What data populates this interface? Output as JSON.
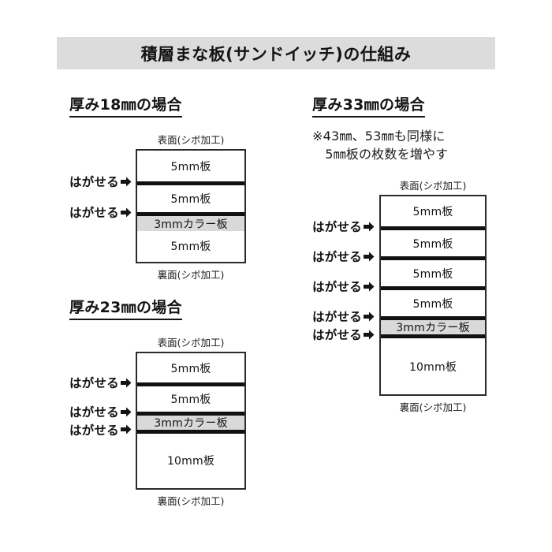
{
  "title": "積層まな板(サンドイッチ)の仕組み",
  "labels": {
    "surface_top": "表面(シボ加工)",
    "surface_bottom": "裏面(シボ加工)",
    "peel": "はがせる",
    "peel_arrow_icon": "right-arrow-icon"
  },
  "colors": {
    "banner_bg": "#dcdcdc",
    "color_board_bg": "#d9d9d9",
    "line": "#2b2b2b",
    "separator": "#111111",
    "text": "#141414",
    "page_bg": "#ffffff"
  },
  "sections": [
    {
      "id": "thickness-18",
      "heading": "厚み18㎜の場合",
      "note": "",
      "top_face": "表面(シボ加工)",
      "bottom_face": "裏面(シボ加工)",
      "layers": [
        {
          "label": "5mm板",
          "thickness_mm": 5,
          "color_board": false,
          "peelable_above": false
        },
        {
          "label": "5mm板",
          "thickness_mm": 5,
          "color_board": false,
          "peelable_above": true
        },
        {
          "label": "3mmカラー板",
          "thickness_mm": 3,
          "color_board": true,
          "peelable_above": true
        },
        {
          "label": "5mm板",
          "thickness_mm": 5,
          "color_board": false,
          "peelable_above": false
        }
      ]
    },
    {
      "id": "thickness-23",
      "heading": "厚み23㎜の場合",
      "note": "",
      "top_face": "表面(シボ加工)",
      "bottom_face": "裏面(シボ加工)",
      "layers": [
        {
          "label": "5mm板",
          "thickness_mm": 5,
          "color_board": false,
          "peelable_above": false
        },
        {
          "label": "5mm板",
          "thickness_mm": 5,
          "color_board": false,
          "peelable_above": true
        },
        {
          "label": "3mmカラー板",
          "thickness_mm": 3,
          "color_board": true,
          "peelable_above": true
        },
        {
          "label": "10mm板",
          "thickness_mm": 10,
          "color_board": false,
          "peelable_above": true
        }
      ]
    },
    {
      "id": "thickness-33",
      "heading": "厚み33㎜の場合",
      "note": "※43㎜、53㎜も同様に\n　5㎜板の枚数を増やす",
      "top_face": "表面(シボ加工)",
      "bottom_face": "裏面(シボ加工)",
      "layers": [
        {
          "label": "5mm板",
          "thickness_mm": 5,
          "color_board": false,
          "peelable_above": false
        },
        {
          "label": "5mm板",
          "thickness_mm": 5,
          "color_board": false,
          "peelable_above": true
        },
        {
          "label": "5mm板",
          "thickness_mm": 5,
          "color_board": false,
          "peelable_above": true
        },
        {
          "label": "5mm板",
          "thickness_mm": 5,
          "color_board": false,
          "peelable_above": true
        },
        {
          "label": "3mmカラー板",
          "thickness_mm": 3,
          "color_board": true,
          "peelable_above": true
        },
        {
          "label": "10mm板",
          "thickness_mm": 10,
          "color_board": false,
          "peelable_above": true
        }
      ]
    }
  ]
}
